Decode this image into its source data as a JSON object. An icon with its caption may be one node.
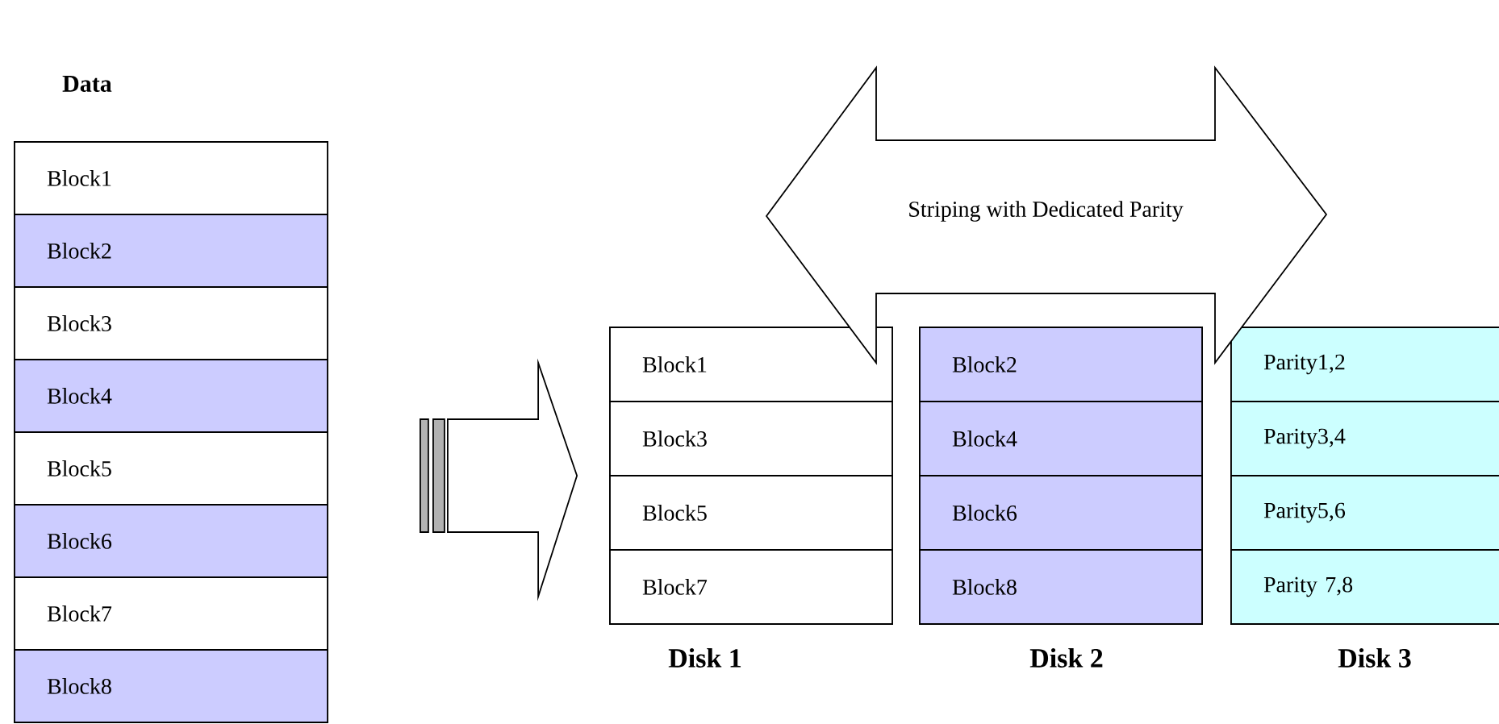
{
  "diagram": {
    "nodes": [
      {
        "text": [
          "Data"
        ]
      },
      {
        "text": [
          "Block1"
        ],
        "in": 0
      },
      {
        "text": [
          "Block2"
        ],
        "in": 0
      },
      {
        "text": [
          "Block3"
        ],
        "in": 0
      },
      {
        "text": [
          "Block4"
        ],
        "in": 0
      },
      {
        "text": [
          "Block5"
        ],
        "in": 0
      },
      {
        "text": [
          "Block6"
        ],
        "in": 0
      },
      {
        "text": [
          "Block7"
        ],
        "in": 0
      },
      {
        "text": [
          "Block8"
        ],
        "in": 0
      },
      {
        "text": [
          "Disk 1"
        ]
      },
      {
        "text": [
          "Block1"
        ],
        "in": 9
      },
      {
        "text": [
          "Block3"
        ],
        "in": 9
      },
      {
        "text": [
          "Block5"
        ],
        "in": 9
      },
      {
        "text": [
          "Block7"
        ],
        "in": 9
      },
      {
        "text": [
          "Disk 2"
        ]
      },
      {
        "text": [
          "Block2"
        ],
        "in": 14
      },
      {
        "text": [
          "Block4"
        ],
        "in": 14
      },
      {
        "text": [
          "Block6"
        ],
        "in": 14
      },
      {
        "text": [
          "Block8"
        ],
        "in": 14
      },
      {
        "text": [
          "Disk 3"
        ]
      },
      {
        "text": [
          "Parity1,2"
        ],
        "in": 19
      },
      {
        "text": [
          "Parity3,4"
        ],
        "in": 19
      },
      {
        "text": [
          "Parity5,6"
        ],
        "in": 19
      },
      {
        "text": [
          "Parity 7,8"
        ],
        "in": 19
      },
      {
        "text": [
          "Striping with Dedicated Parity"
        ]
      }
    ],
    "edges": [
      {
        "from": 0,
        "to": 9,
        "arrow": "to"
      }
    ]
  }
}
